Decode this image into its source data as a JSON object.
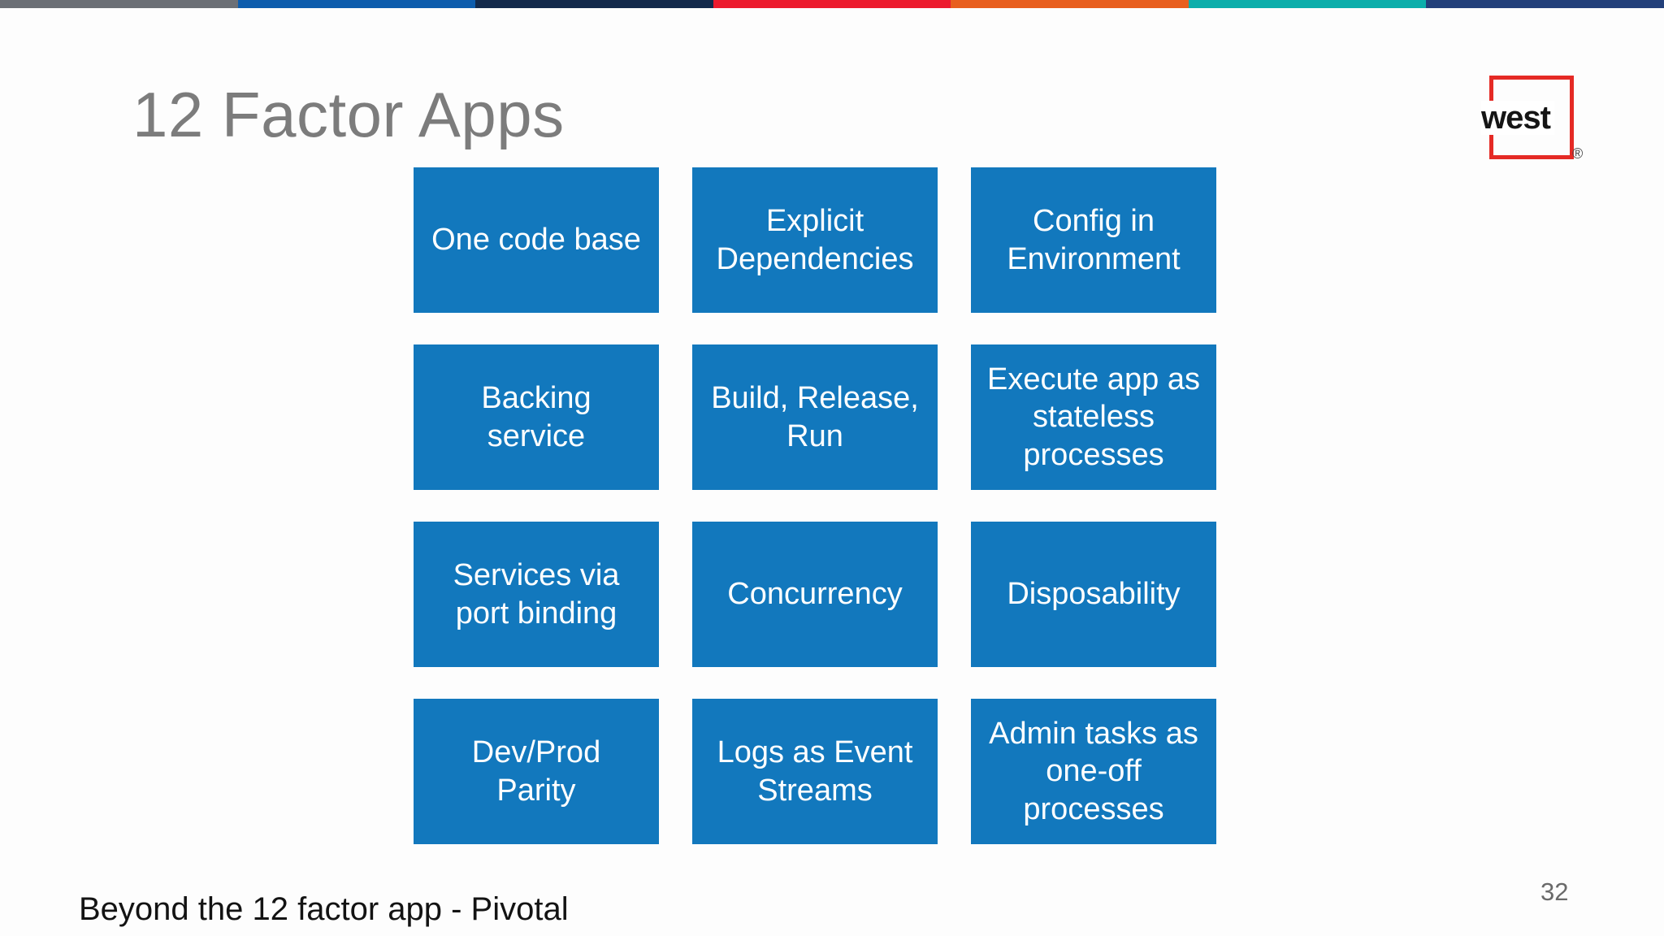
{
  "page": {
    "title": "12 Factor Apps",
    "footer": "Beyond the 12 factor app - Pivotal",
    "page_number": "32"
  },
  "colors": {
    "background": "#fdfdfd",
    "title_gray": "#7c7c7c",
    "box_blue": "#1278bd",
    "box_text": "#ffffff",
    "footer_text": "#131313",
    "page_number_gray": "#6a6a6a"
  },
  "top_bar": {
    "segments": [
      {
        "name": "gray",
        "color": "#6c7076"
      },
      {
        "name": "blue",
        "color": "#0e5dad"
      },
      {
        "name": "navy",
        "color": "#132a4c"
      },
      {
        "name": "red",
        "color": "#ec1b2e"
      },
      {
        "name": "orange",
        "color": "#e85f1e"
      },
      {
        "name": "teal",
        "color": "#0caeab"
      },
      {
        "name": "dark-blue",
        "color": "#23407b"
      }
    ]
  },
  "logo": {
    "text": "west",
    "registered_mark": "®",
    "frame_color": "#e52a25",
    "text_color": "#151515"
  },
  "factors": [
    "One code base",
    "Explicit\nDependencies",
    "Config in\nEnvironment",
    "Backing\nservice",
    "Build, Release,\nRun",
    "Execute app as\nstateless\nprocesses",
    "Services via\nport binding",
    "Concurrency",
    "Disposability",
    "Dev/Prod\nParity",
    "Logs as Event\nStreams",
    "Admin tasks as\none-off\nprocesses"
  ]
}
